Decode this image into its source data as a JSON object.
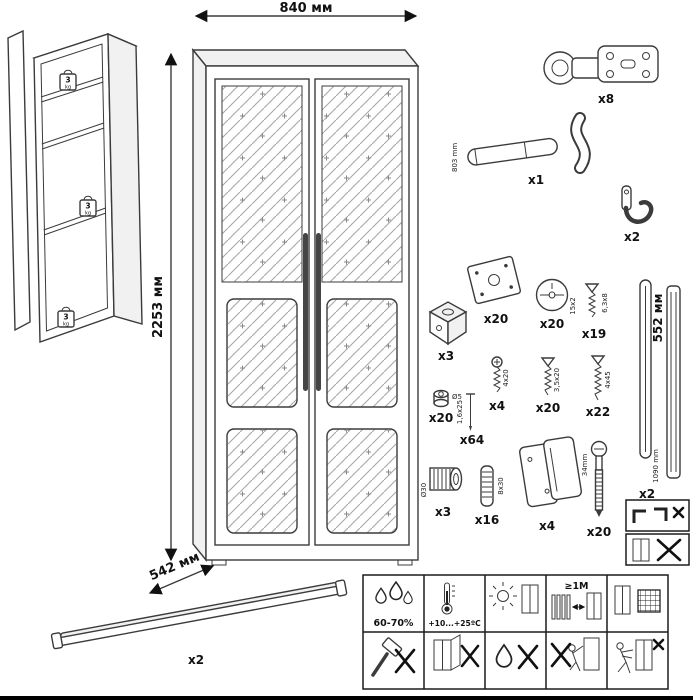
{
  "diagram": {
    "dimensions": {
      "width": "840 мм",
      "height": "2253 мм",
      "depth": "542 мм"
    },
    "shelf_weights": [
      {
        "value": "3",
        "unit": "kg"
      },
      {
        "value": "3",
        "unit": "kg"
      },
      {
        "value": "3",
        "unit": "kg"
      }
    ]
  },
  "parts": {
    "hinge": {
      "count": "x8"
    },
    "gas_lift_rod": {
      "count": "x1",
      "size": "803 mm"
    },
    "hook": {
      "count": "x2"
    },
    "corner_block": {
      "count": "x3"
    },
    "square_plate": {
      "count": "x20"
    },
    "cam_lock": {
      "count": "x20",
      "size": "15x2"
    },
    "screw_flat": {
      "count": "x19",
      "size": "6,3x8"
    },
    "screw_pan": {
      "count": "x4",
      "size": "4x20"
    },
    "screw_mid": {
      "count": "x20",
      "size": "3,5x20"
    },
    "screw_long": {
      "count": "x22",
      "size": "4x45"
    },
    "barrel_nut": {
      "count": "x20",
      "size": "Ø5"
    },
    "nail": {
      "count": "x64",
      "size": "1,6x25"
    },
    "knob": {
      "count": "x3",
      "size": "Ø30"
    },
    "dowel": {
      "count": "x16",
      "size": "8x30"
    },
    "cover_panel": {
      "count": "x4"
    },
    "connecting_bolt": {
      "count": "x20",
      "size": "34mm"
    },
    "profile_strip": {
      "count": "x2",
      "length": "552 мм",
      "length_alt": "1090 mm"
    },
    "hanging_rail": {
      "count": "x2"
    }
  },
  "care": {
    "humidity": "60-70%",
    "temperature": "+10...+25ºC",
    "min_distance": "≥1M"
  }
}
